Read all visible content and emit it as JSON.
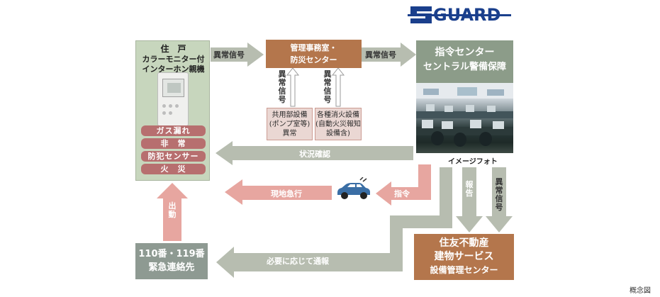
{
  "logo": {
    "text": "GUARD",
    "color": "#1a3f8c"
  },
  "unit": {
    "line1": "住　戸",
    "line2": "カラーモニター付",
    "line3": "インターホン親機",
    "alarms": [
      "ガス漏れ",
      "非　常",
      "防犯センサー",
      "火　災"
    ]
  },
  "management": {
    "line1": "管理事務室・",
    "line2": "防災センター"
  },
  "command_center": {
    "line1": "指令センター",
    "line2": "セントラル警備保障",
    "photo_caption": "イメージフォト"
  },
  "sources": {
    "common": [
      "共用部設備",
      "(ポンプ室等)",
      "異常"
    ],
    "fire": [
      "各種消火設備",
      "(自動火災報知",
      "設備含)"
    ]
  },
  "emergency": {
    "line1": "110番・119番",
    "line2": "緊急連絡先"
  },
  "sumitomo": {
    "line1": "住友不動産",
    "line2": "建物サービス",
    "line3": "設備管理センター"
  },
  "labels": {
    "abnormal_signal": "異常信号",
    "abnormal_signal_2": "異常信号",
    "vertical_signal_1": "異常信号",
    "vertical_signal_2": "異常信号",
    "vertical_signal_3": "異常信号",
    "report": "報告",
    "status_check": "状況確認",
    "rush": "現地急行",
    "command": "指令",
    "dispatch": "出動",
    "as_needed": "必要に応じて通報",
    "diagram_caption": "概念図"
  },
  "colors": {
    "gray_arrow": "#b7bdb0",
    "pink_arrow": "#e7a6a0",
    "orange_box": "#b4764c",
    "green_box": "#c7d6bd",
    "car_blue": "#3a6ea5"
  }
}
